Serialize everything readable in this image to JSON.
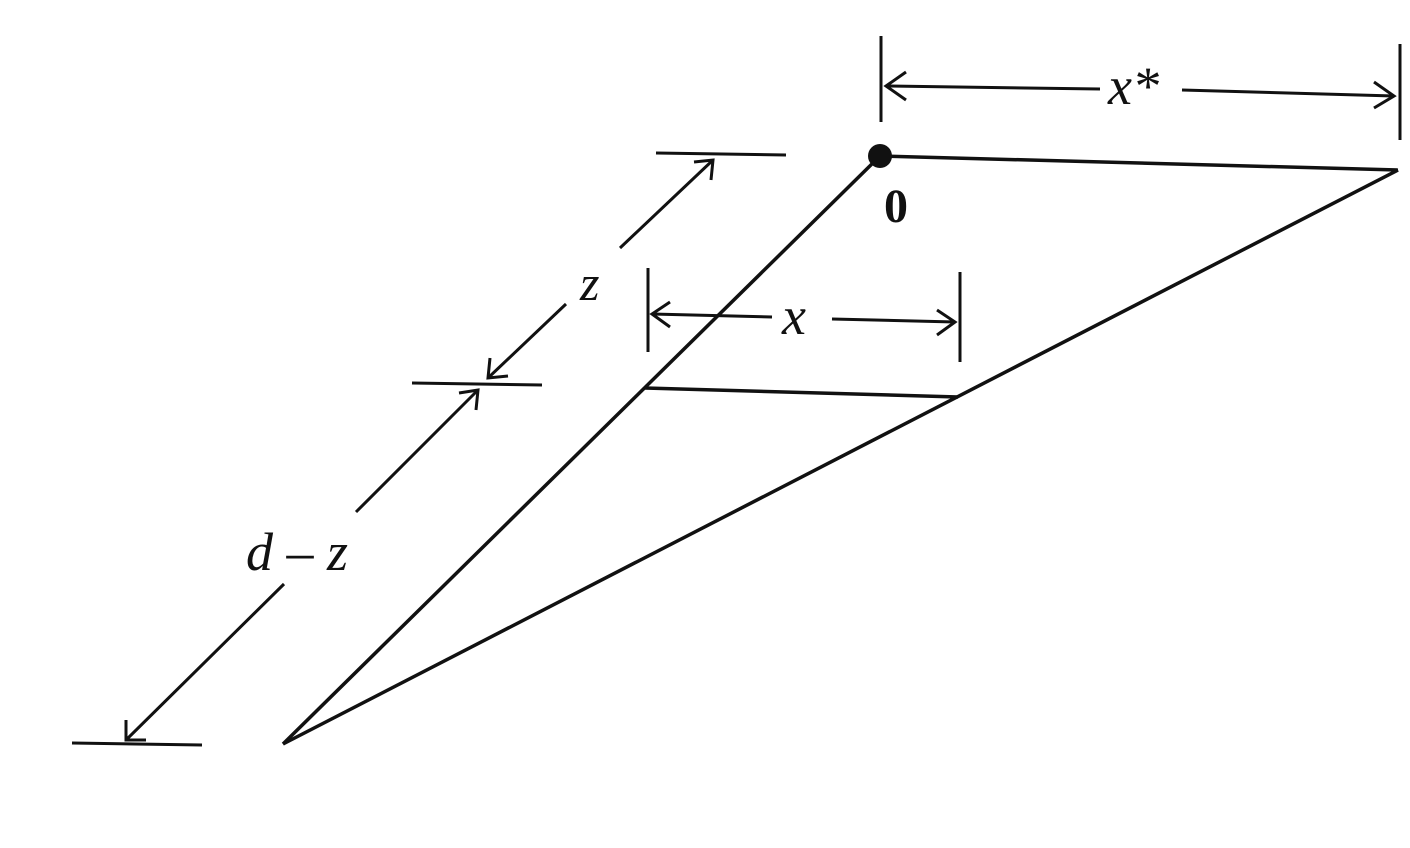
{
  "diagram": {
    "labels": {
      "origin": "0",
      "x_star": "x*",
      "x": "x",
      "z": "z",
      "d_minus_z": "d – z"
    }
  }
}
